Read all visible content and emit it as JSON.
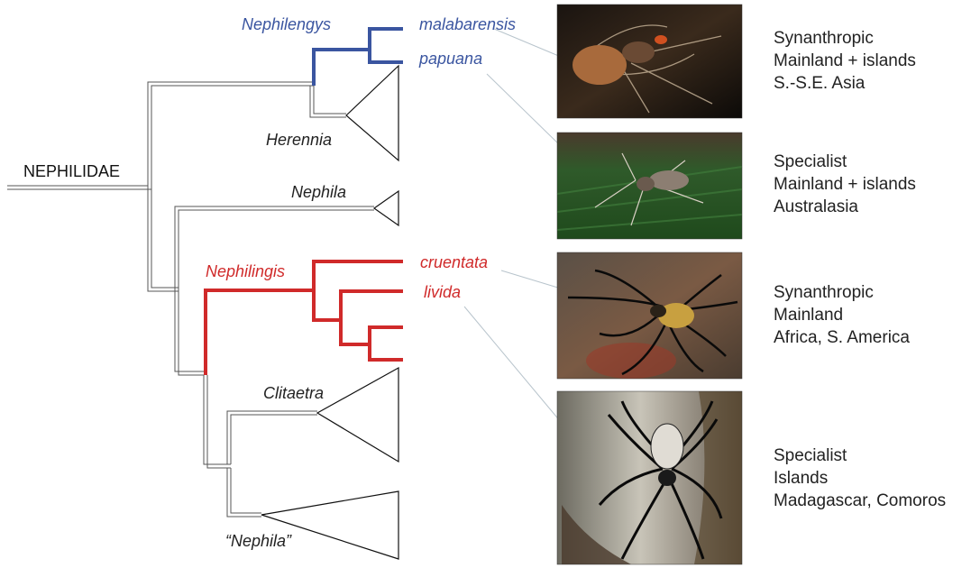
{
  "root_label": "NEPHILIDAE",
  "clades": {
    "nephilengys": {
      "label": "Nephilengys",
      "color": "#3a55a0"
    },
    "herennia": {
      "label": "Herennia"
    },
    "nephila": {
      "label": "Nephila"
    },
    "nephilingis": {
      "label": "Nephilingis",
      "color": "#d02a2a"
    },
    "clitaetra": {
      "label": "Clitaetra"
    },
    "nephila_quoted": {
      "label": "“Nephila”"
    }
  },
  "species": [
    {
      "label": "malabarensis",
      "color": "#3a55a0"
    },
    {
      "label": "papuana",
      "color": "#3a55a0"
    },
    {
      "label": "cruentata",
      "color": "#d02a2a"
    },
    {
      "label": "livida",
      "color": "#d02a2a"
    }
  ],
  "photos": [
    {
      "subject": "spider on web, dark background"
    },
    {
      "subject": "spider on green leaf"
    },
    {
      "subject": "golden spider on bark"
    },
    {
      "subject": "black spider on pale tree trunk"
    }
  ],
  "descriptions": [
    {
      "lines": [
        "Synanthropic",
        "Mainland + islands",
        "S.-S.E. Asia"
      ]
    },
    {
      "lines": [
        "Specialist",
        "Mainland + islands",
        "Australasia"
      ]
    },
    {
      "lines": [
        "Synanthropic",
        "Mainland",
        "Africa, S. America"
      ]
    },
    {
      "lines": [
        "Specialist",
        "Islands",
        "Madagascar, Comoros"
      ]
    }
  ]
}
